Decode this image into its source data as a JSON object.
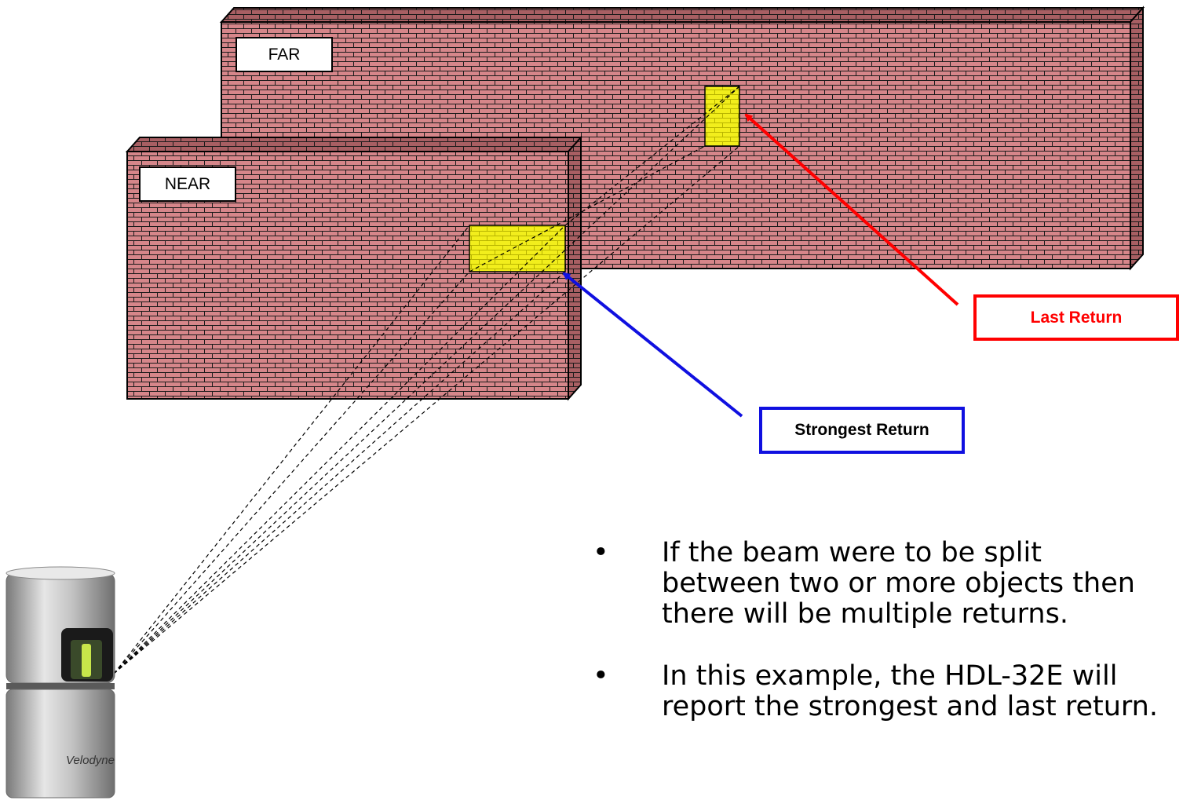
{
  "labels": {
    "far": "FAR",
    "near": "NEAR"
  },
  "callouts": {
    "last_return": "Last Return",
    "strongest_return": "Strongest Return"
  },
  "bullets": [
    {
      "marker": "•",
      "lines": [
        "If the beam were to be split",
        "between two or more objects then",
        "there will be multiple returns."
      ]
    },
    {
      "marker": "•",
      "lines": [
        "In this example, the HDL-32E will",
        "report the strongest and last return."
      ]
    }
  ],
  "sensor": {
    "brand": "Velodyne"
  },
  "colors": {
    "brick": "#d6868a",
    "mortar": "#1a1a1a",
    "target": "#f2ee1c",
    "last_return": "#ff0000",
    "strongest_return": "#1010e0"
  }
}
